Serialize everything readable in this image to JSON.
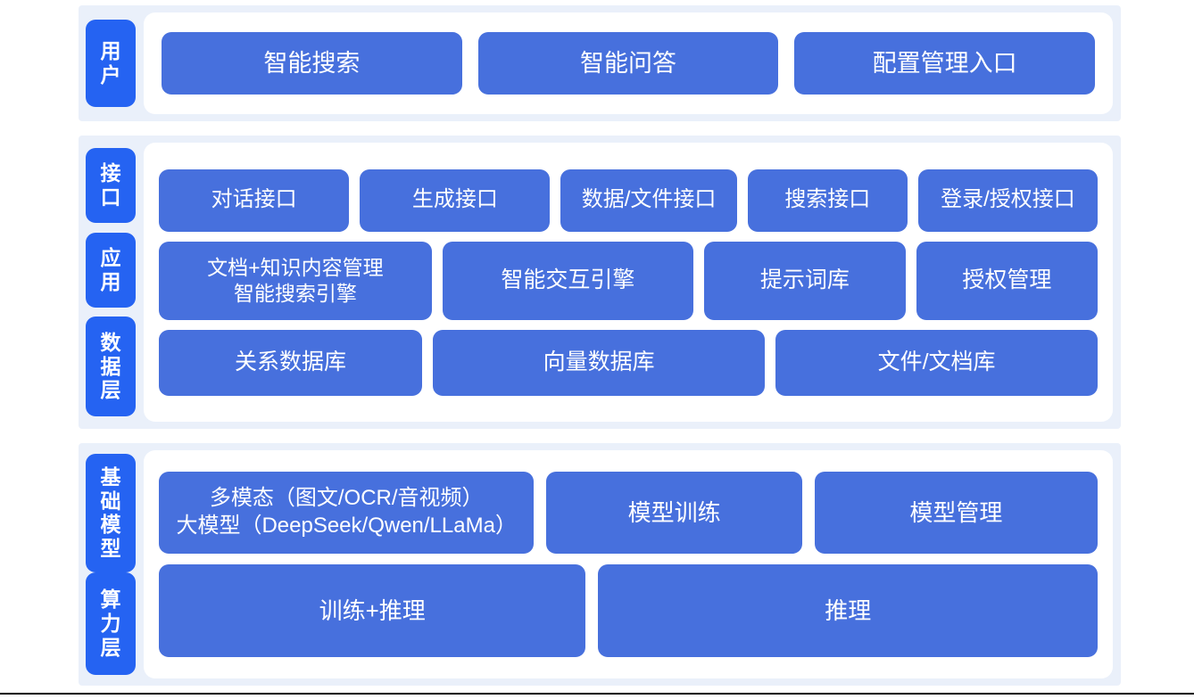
{
  "colors": {
    "section_bg": "#eaf0fa",
    "tab_blue": "#2563f2",
    "box_blue": "#4770dd",
    "card_white": "#ffffff",
    "text_white": "#ffffff",
    "rule": "#000000"
  },
  "sections": [
    {
      "id": "user",
      "tabs": [
        {
          "name": "user",
          "chars": [
            "用",
            "户"
          ],
          "text": "用户"
        }
      ],
      "rows": [
        {
          "name": "user-entries",
          "boxes": [
            {
              "label": "智能搜索"
            },
            {
              "label": "智能问答"
            },
            {
              "label": "配置管理入口"
            }
          ]
        }
      ]
    },
    {
      "id": "mid",
      "tabs": [
        {
          "name": "interface",
          "chars": [
            "接",
            "口"
          ],
          "text": "接口"
        },
        {
          "name": "application",
          "chars": [
            "应",
            "用"
          ],
          "text": "应用"
        },
        {
          "name": "data-layer",
          "chars": [
            "数",
            "据",
            "层"
          ],
          "text": "数据层"
        }
      ],
      "rows": [
        {
          "name": "interface-row",
          "boxes": [
            {
              "label": "对话接口",
              "flex": 201
            },
            {
              "label": "生成接口",
              "flex": 201
            },
            {
              "label": "数据/文件接口",
              "flex": 185
            },
            {
              "label": "搜索接口",
              "flex": 167
            },
            {
              "label": "登录/授权接口",
              "flex": 189
            }
          ]
        },
        {
          "name": "application-row",
          "boxes": [
            {
              "label": "文档+知识内容管理\n智能搜索引擎",
              "multiline": true,
              "flex": 301
            },
            {
              "label": "智能交互引擎",
              "flex": 276
            },
            {
              "label": "提示词库",
              "flex": 219
            },
            {
              "label": "授权管理",
              "flex": 196
            }
          ]
        },
        {
          "name": "data-row",
          "boxes": [
            {
              "label": "关系数据库",
              "flex": 275
            },
            {
              "label": "向量数据库",
              "flex": 350
            },
            {
              "label": "文件/文档库",
              "flex": 339
            }
          ]
        }
      ]
    },
    {
      "id": "base",
      "tabs": [
        {
          "name": "base-model",
          "chars": [
            "基",
            "础",
            "模",
            "型"
          ],
          "text": "基础模型"
        },
        {
          "name": "compute-layer",
          "chars": [
            "算",
            "力",
            "层"
          ],
          "text": "算力层"
        }
      ],
      "rows": [
        {
          "name": "model-row",
          "boxes": [
            {
              "label": "多模态（图文/OCR/音视频）\n大模型（DeepSeek/Qwen/LLaMa）",
              "multiline": true,
              "flex": 396
            },
            {
              "label": "模型训练",
              "flex": 266
            },
            {
              "label": "模型管理",
              "flex": 296
            }
          ]
        },
        {
          "name": "compute-row",
          "boxes": [
            {
              "label": "训练+推理",
              "flex": 460
            },
            {
              "label": "推理",
              "flex": 540
            }
          ]
        }
      ]
    }
  ]
}
